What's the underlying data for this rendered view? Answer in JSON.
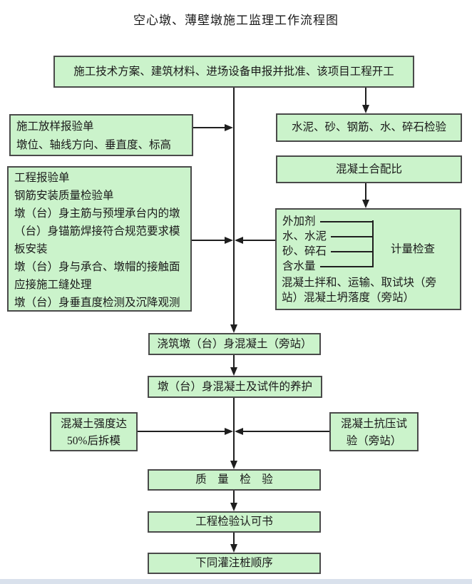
{
  "title": "空心墩、薄壁墩施工监理工作流程图",
  "colors": {
    "box_fill": "#cbf3cb",
    "box_border": "#4a4a4a",
    "connector": "#1f1f1f",
    "footer_strip": "#d9e1ec",
    "text": "#1a1a1a",
    "background": "#ffffff"
  },
  "flow": {
    "start": {
      "label": "施工技术方案、建筑材料、进场设备申报并批准、该项目工程开工"
    },
    "survey": {
      "lines": [
        "施工放样报验单",
        "墩位、轴线方向、垂直度、标高"
      ]
    },
    "materials": {
      "label": "水泥、砂、钢筋、水、碎石检验"
    },
    "mix_ratio": {
      "label": "混凝土合配比"
    },
    "report": {
      "lines": [
        "工程报验单",
        "钢筋安装质量检验单",
        "墩（台）身主筋与预埋承台内的墩",
        "（台）身锚筋焊接符合规范要求模",
        "板安装",
        "墩（台）身与承合、墩帽的接触面",
        "应接施工缝处理",
        "墩（台）身垂直度检测及沉降观测"
      ]
    },
    "metering": {
      "inputs": [
        "外加剂",
        "水、水泥",
        "砂、碎石",
        "含水量"
      ],
      "check_label": "计量检查",
      "lines": [
        "混凝土拌和、运输、取试块（旁",
        "站）混凝土坍落度（旁站）"
      ]
    },
    "pouring": {
      "label": "浇筑墩（台）身混凝土（旁站）"
    },
    "curing": {
      "label": "墩（台）身混凝土及试件的养护"
    },
    "demold": {
      "lines": [
        "混凝土强度达",
        "50%后拆模"
      ]
    },
    "compression": {
      "lines": [
        "混凝土抗压试",
        "验（旁站）"
      ]
    },
    "quality": {
      "label": "质　量　检　验"
    },
    "acceptance": {
      "label": "工程检验认可书"
    },
    "next_step": {
      "label": "下同灌注桩顺序"
    }
  }
}
